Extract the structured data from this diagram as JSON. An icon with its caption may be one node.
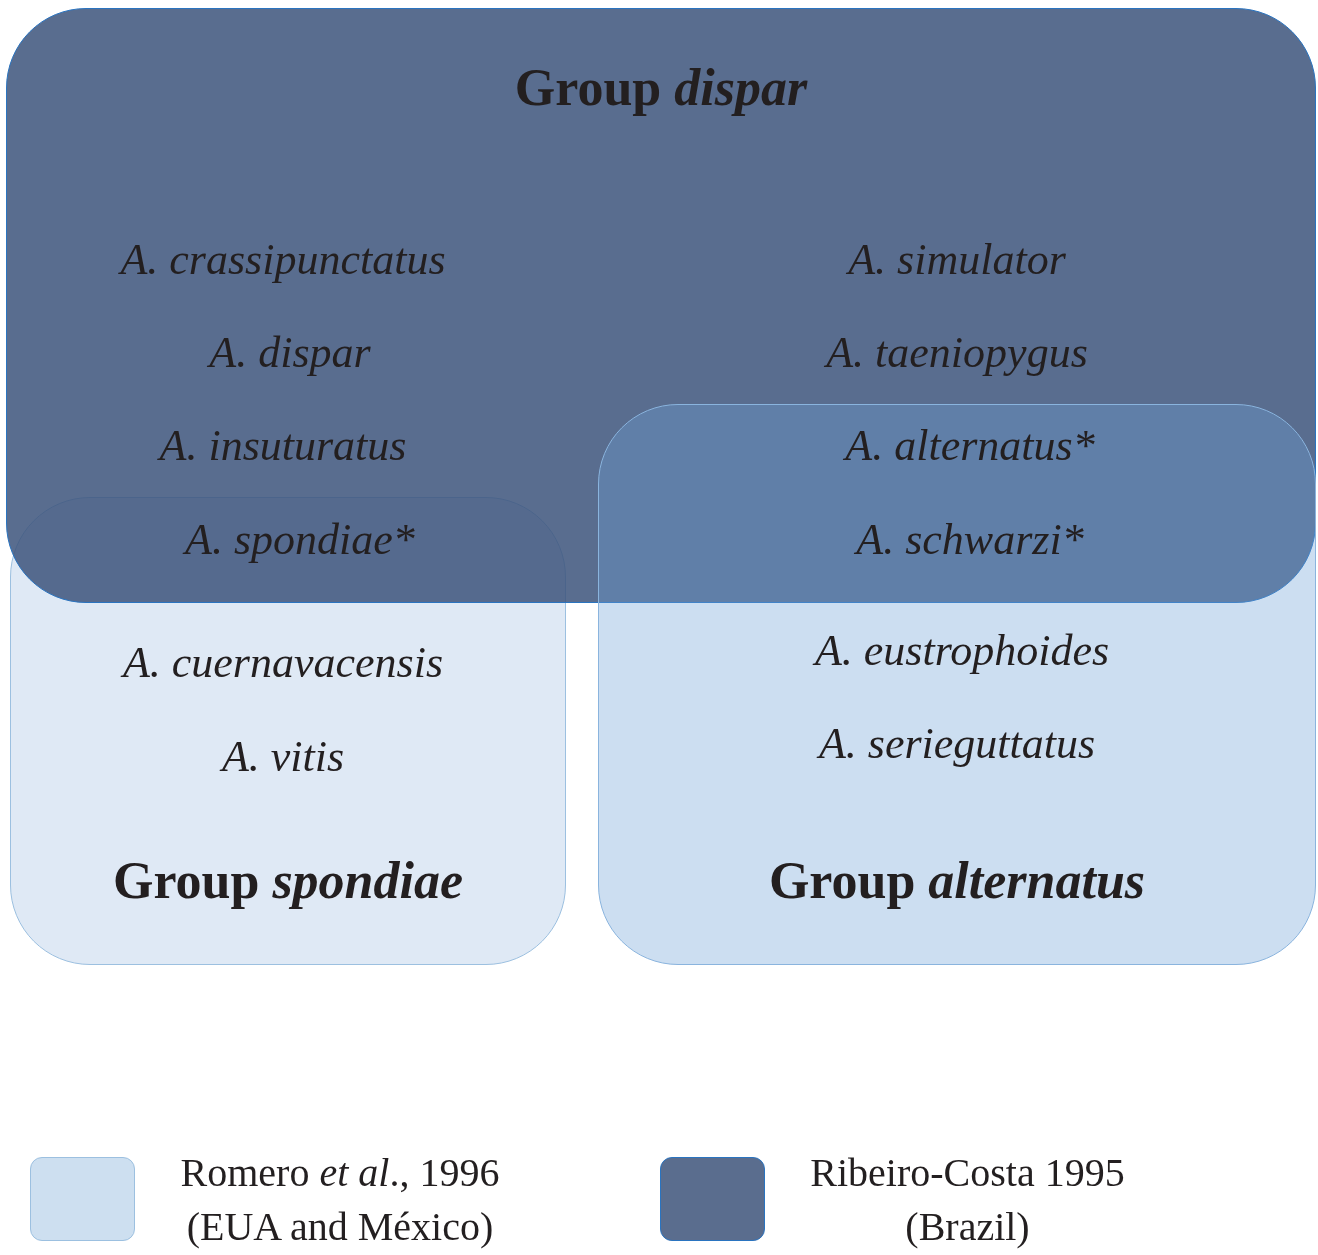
{
  "diagram": {
    "nodes": [
      {
        "text": [
          "Group *spondiae*"
        ]
      },
      {
        "text": [
          "Group *dispar*"
        ]
      },
      {
        "text": [
          "Group *alternatus*"
        ]
      }
    ],
    "labels": [
      "A. crassipunctatus",
      "A. simulator",
      "A. dispar",
      "A. taeniopygus",
      "A. insuturatus",
      "A. alternatus*",
      "A. spondiae*",
      "A. schwarzi*",
      "A. eustrophoides",
      "A. cuernavacensis",
      "A. serieguttatus",
      "A. vitis"
    ],
    "legend": [
      {
        "text": "Romero *et al*., 1996 (EUA and México)",
        "color": "#cddff0"
      },
      {
        "text": "Ribeiro-Costa 1995 (Brazil)",
        "color": "#5a6d8e"
      }
    ]
  }
}
